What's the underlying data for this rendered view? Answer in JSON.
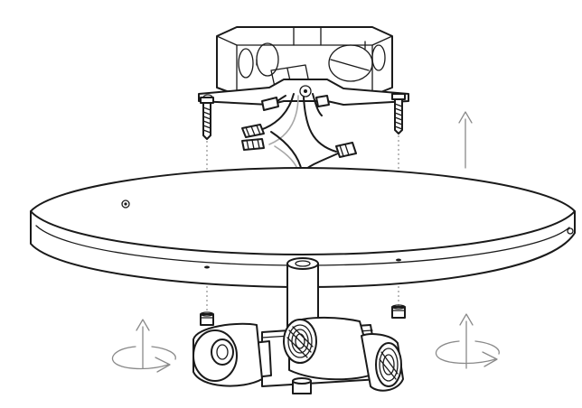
{
  "diagram": {
    "type": "exploded-assembly-illustration",
    "parts": [
      "junction-box",
      "mounting-bracket",
      "mounting-screw",
      "wire-connector",
      "canopy-plate",
      "light-fixture-body",
      "socket",
      "set-screw"
    ],
    "arrows": [
      "up-arrow",
      "rotate-arrow"
    ],
    "colors": {
      "line": "#1a1a1a",
      "guide": "#7a7a7a",
      "wire-gray": "#a8a8a8",
      "background": "#ffffff"
    }
  }
}
